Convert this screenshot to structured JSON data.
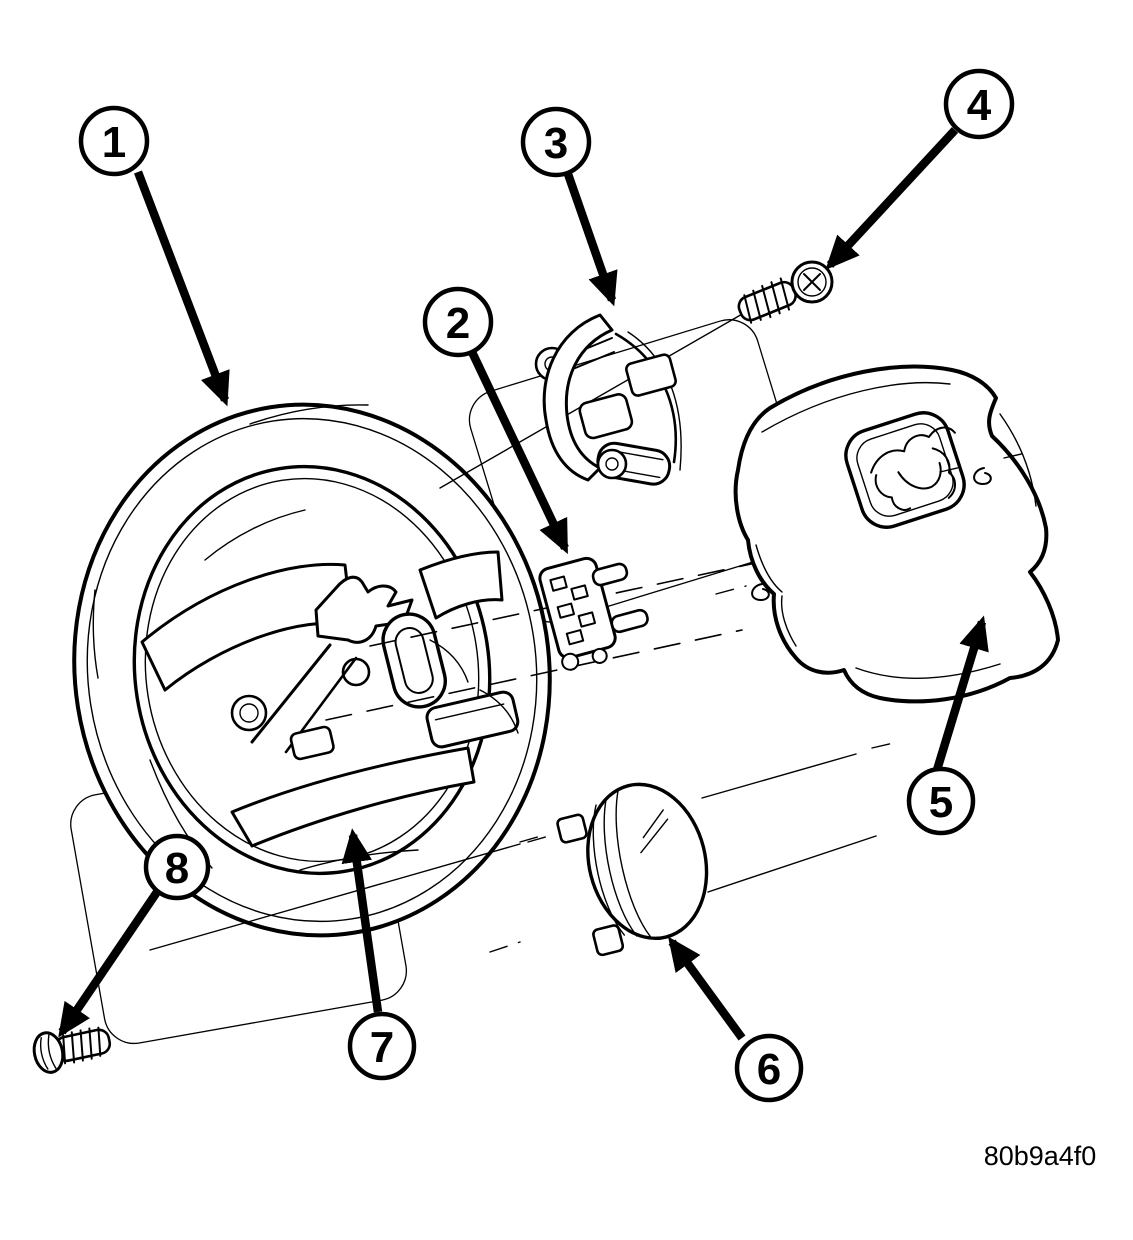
{
  "diagram": {
    "figure_code": "80b9a4f0",
    "ink_color": "#000000",
    "paper_color": "#ffffff",
    "callouts": [
      {
        "number": "1"
      },
      {
        "number": "2"
      },
      {
        "number": "3"
      },
      {
        "number": "4"
      },
      {
        "number": "5"
      },
      {
        "number": "6"
      },
      {
        "number": "7"
      },
      {
        "number": "8"
      }
    ]
  }
}
